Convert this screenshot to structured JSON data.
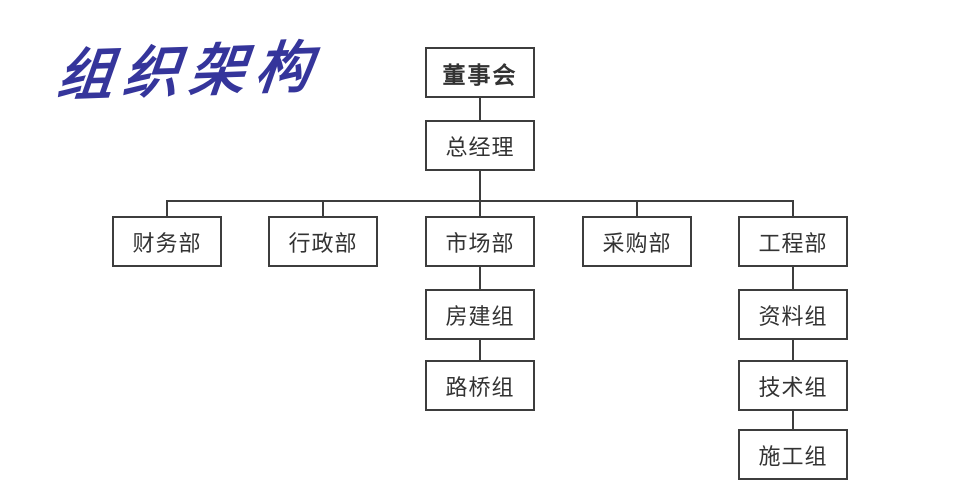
{
  "title": "组织架构",
  "colors": {
    "title_ink": "#35359b",
    "line": "#3d3d3d",
    "text": "#333333",
    "background": "#ffffff"
  },
  "org": {
    "root": {
      "label": "董事会"
    },
    "executive": {
      "label": "总经理"
    },
    "departments": [
      {
        "label": "财务部",
        "children": []
      },
      {
        "label": "行政部",
        "children": []
      },
      {
        "label": "市场部",
        "children": [
          {
            "label": "房建组"
          },
          {
            "label": "路桥组"
          }
        ]
      },
      {
        "label": "采购部",
        "children": []
      },
      {
        "label": "工程部",
        "children": [
          {
            "label": "资料组"
          },
          {
            "label": "技术组"
          },
          {
            "label": "施工组"
          }
        ]
      }
    ]
  }
}
